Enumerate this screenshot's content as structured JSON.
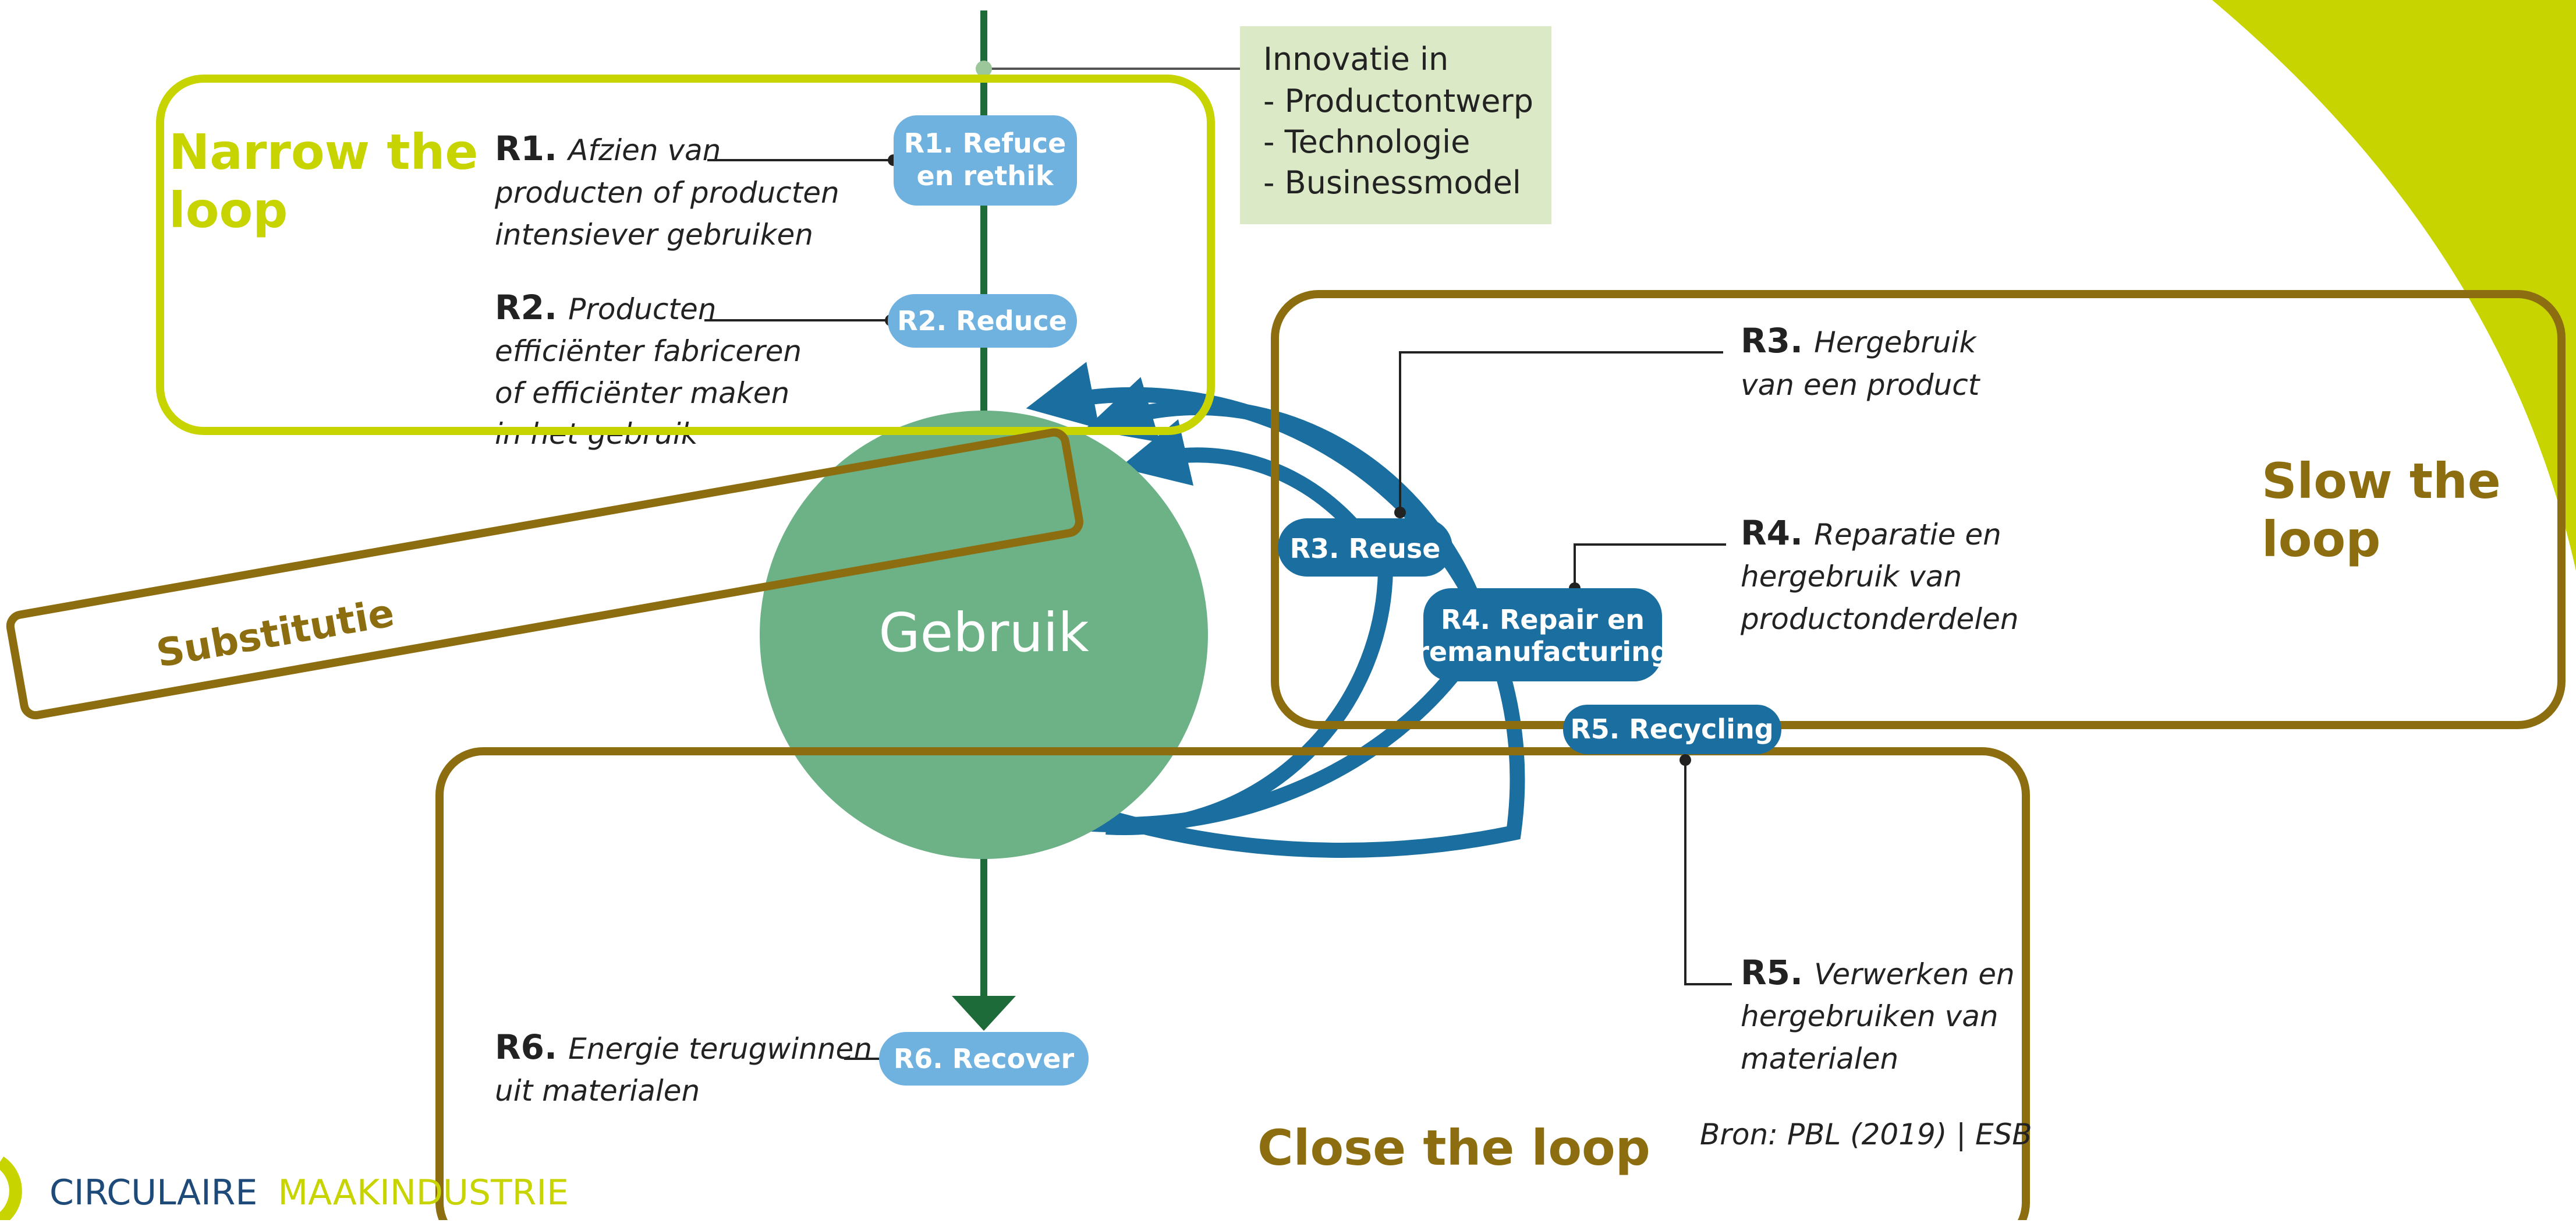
{
  "colors": {
    "lime": "#c8d400",
    "olive": "#8c6d0f",
    "blue": "#1a6fa0",
    "light_blue": "#6fb2df",
    "green_circle": "#6db286",
    "dark_green": "#1e6b3a",
    "innovation_bg": "#dbe9c6",
    "text_dark": "#222222"
  },
  "innovation_box": {
    "title": "Innovatie in",
    "items": [
      "- Productontwerp",
      "- Technologie",
      "- Businessmodel"
    ]
  },
  "center": {
    "label": "Gebruik"
  },
  "pills": {
    "r1": {
      "line1": "R1. Refuce",
      "line2": "en rethik"
    },
    "r2": {
      "label": "R2. Reduce"
    },
    "r3": {
      "label": "R3. Reuse"
    },
    "r4": {
      "line1": "R4. Repair en",
      "line2": "remanufacturing"
    },
    "r5": {
      "label": "R5. Recycling"
    },
    "r6": {
      "label": "R6. Recover"
    }
  },
  "descriptions": {
    "r1": {
      "code": "R1.",
      "line1": "Afzien van",
      "line2": "producten of producten",
      "line3": "intensiever gebruiken"
    },
    "r2": {
      "code": "R2.",
      "line1": "Producten",
      "line2": "efficiënter fabriceren",
      "line3": "of efficiënter maken",
      "line4": "in het gebruik"
    },
    "r3": {
      "code": "R3.",
      "line1": "Hergebruik",
      "line2": "van een product"
    },
    "r4": {
      "code": "R4.",
      "line1": "Reparatie en",
      "line2": "hergebruik van",
      "line3": "productonderdelen"
    },
    "r5": {
      "code": "R5.",
      "line1": "Verwerken en",
      "line2": "hergebruiken van",
      "line3": "materialen"
    },
    "r6": {
      "code": "R6.",
      "line1": "Energie terugwinnen",
      "line2": "uit materialen"
    }
  },
  "loop_labels": {
    "narrow_line1": "Narrow the",
    "narrow_line2": "loop",
    "slow_line1": "Slow the",
    "slow_line2": "loop",
    "close": "Close the loop",
    "substitutie": "Substitutie"
  },
  "source": "Bron: PBL (2019) | ESB",
  "footer": {
    "brand_part1": "CIRCULAIRE",
    "brand_part2": "MAAKINDUSTRIE"
  },
  "icons": {
    "footer_logo": "logo-arc-icon",
    "arrow": "arrowhead-icon"
  }
}
